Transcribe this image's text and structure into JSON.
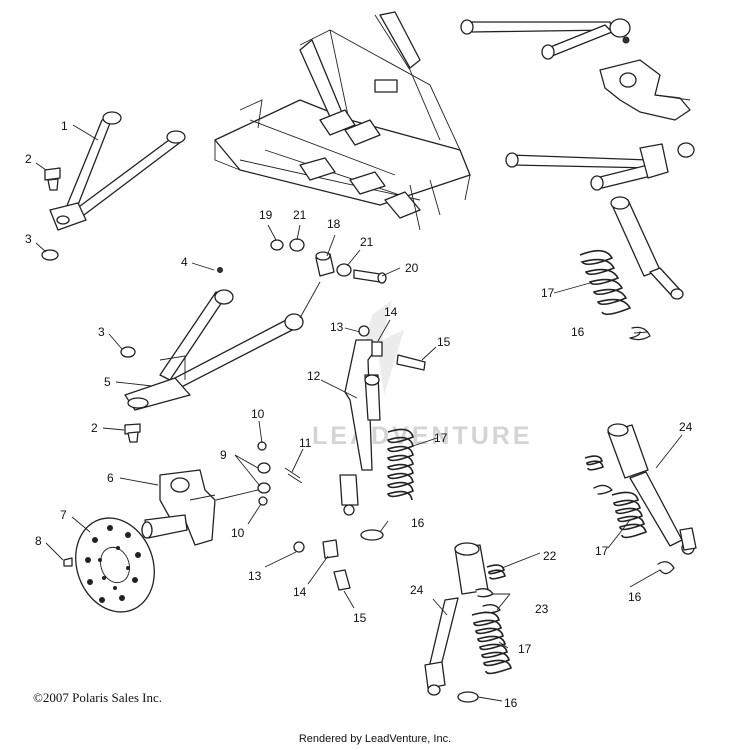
{
  "copyright": "©2007 Polaris Sales Inc.",
  "rendered_by": "Rendered by LeadVenture, Inc.",
  "watermark": "LEADVENTURE",
  "callouts": {
    "c1": "1",
    "c2a": "2",
    "c2b": "2",
    "c3a": "3",
    "c3b": "3",
    "c4": "4",
    "c5": "5",
    "c6": "6",
    "c7": "7",
    "c8": "8",
    "c9": "9",
    "c10a": "10",
    "c10b": "10",
    "c11": "11",
    "c12": "12",
    "c13a": "13",
    "c13b": "13",
    "c14a": "14",
    "c14b": "14",
    "c15a": "15",
    "c15b": "15",
    "c16a": "16",
    "c16b": "16",
    "c16c": "16",
    "c16d": "16",
    "c17a": "17",
    "c17b": "17",
    "c17c": "17",
    "c17d": "17",
    "c18": "18",
    "c19": "19",
    "c20": "20",
    "c21a": "21",
    "c21b": "21",
    "c22": "22",
    "c23": "23",
    "c24a": "24",
    "c24b": "24"
  }
}
